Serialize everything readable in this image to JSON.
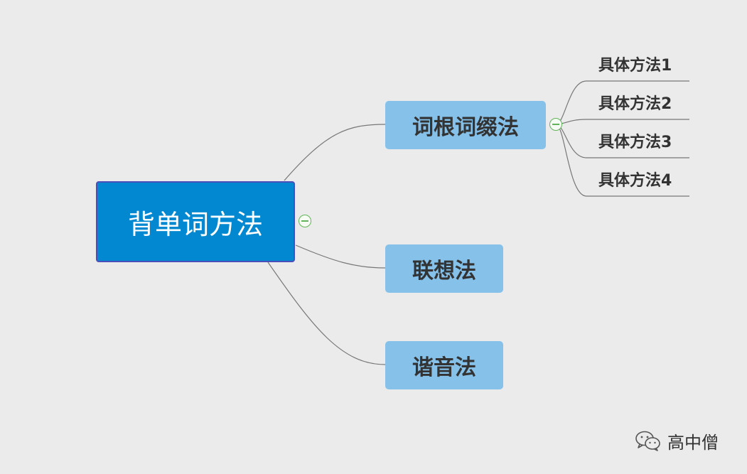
{
  "root": {
    "label": "背单词方法"
  },
  "branches": [
    {
      "label": "词根词缀法"
    },
    {
      "label": "联想法"
    },
    {
      "label": "谐音法"
    }
  ],
  "leaves": [
    {
      "label": "具体方法1"
    },
    {
      "label": "具体方法2"
    },
    {
      "label": "具体方法3"
    },
    {
      "label": "具体方法4"
    }
  ],
  "watermark": {
    "text": "高中僧",
    "icon": "wechat-icon"
  },
  "colors": {
    "background": "#ebebeb",
    "root_fill": "#0288d1",
    "root_border": "#4b4fb8",
    "branch_fill": "#86c1ea",
    "connector": "#777777",
    "collapse": "#63b35a"
  }
}
